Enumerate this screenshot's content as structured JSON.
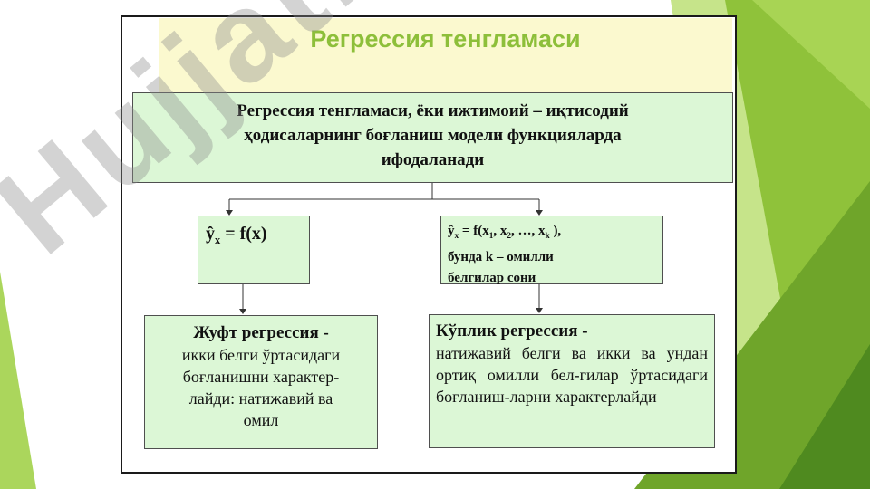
{
  "slide": {
    "title": "Регрессия тенгламаси",
    "watermark": "Hujjat.uz",
    "colors": {
      "accent_green": "#8dbf3a",
      "box_fill": "#dcf7d6",
      "title_band": "#fbf9cf"
    }
  },
  "diagram": {
    "main_box": {
      "line1": "Регрессия тенгламаси, ёки ижтимоий – иқтисодий",
      "line2": "ҳодисаларнинг боғланиш модели функцияларда",
      "line3": "ифодаланади"
    },
    "formula_left": {
      "lhs": "ŷ",
      "sub": "x",
      "rhs": " = f(x)"
    },
    "formula_right": {
      "lhs": "ŷ",
      "sub": "x",
      "eq": " = f(x",
      "s1": "1",
      "c1": ", x",
      "s2": "2",
      "c2": ", …, x",
      "sk": "k",
      "end": " ),",
      "line2": "бунда k – омилли",
      "line3": "белгилар сони"
    },
    "pair_regression": {
      "heading": "Жуфт регрессия -",
      "line1": "икки белги ўртасидаги",
      "line2": "боғланишни характер-",
      "line3": "лайди: натижавий ва",
      "line4": "омил"
    },
    "multiple_regression": {
      "heading": "Кўплик регрессия -",
      "body": "натижавий белги ва икки ва ундан ортиқ омилли бел-гилар ўртасидаги боғланиш-ларни характерлайди"
    }
  }
}
